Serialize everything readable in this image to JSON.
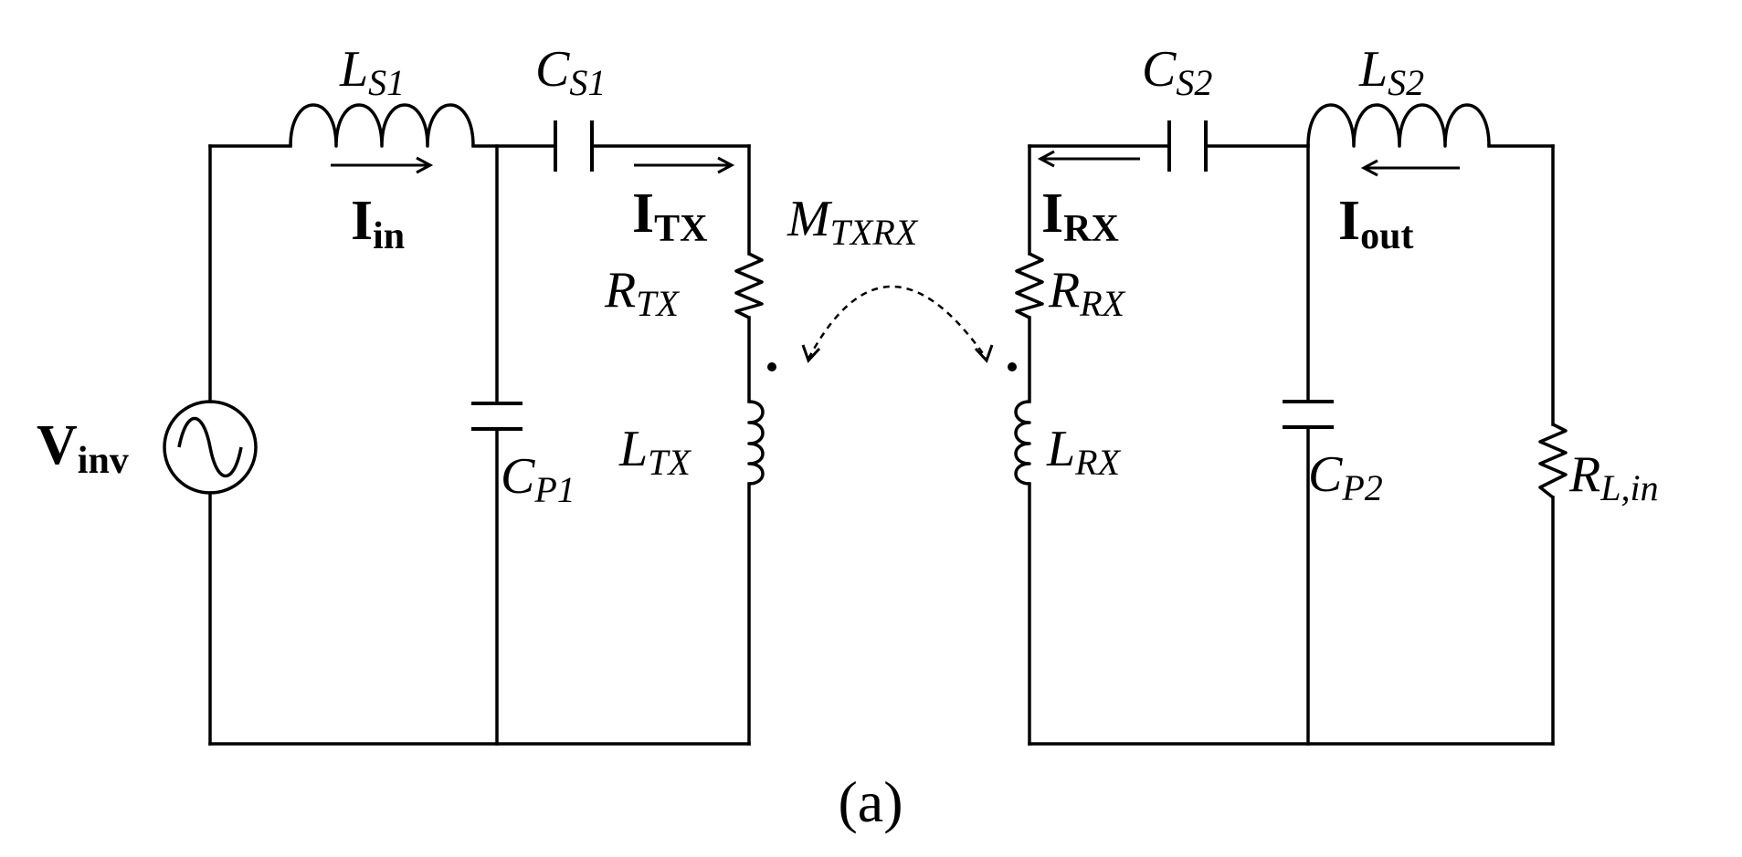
{
  "labels": {
    "ls1_main": "L",
    "ls1_sub": "S1",
    "cs1_main": "C",
    "cs1_sub": "S1",
    "cs2_main": "C",
    "cs2_sub": "S2",
    "ls2_main": "L",
    "ls2_sub": "S2",
    "iin_main": "I",
    "iin_sub": "in",
    "itx_main": "I",
    "itx_sub": "TX",
    "irx_main": "I",
    "irx_sub": "RX",
    "iout_main": "I",
    "iout_sub": "out",
    "m_main": "M",
    "m_sub": "TXRX",
    "rtx_main": "R",
    "rtx_sub": "TX",
    "rrx_main": "R",
    "rrx_sub": "RX",
    "vinv_main": "V",
    "vinv_sub": "inv",
    "cp1_main": "C",
    "cp1_sub": "P1",
    "ltx_main": "L",
    "ltx_sub": "TX",
    "lrx_main": "L",
    "lrx_sub": "RX",
    "cp2_main": "C",
    "cp2_sub": "P2",
    "rl_main": "R",
    "rl_sub": "L,in"
  },
  "caption": "(a)"
}
